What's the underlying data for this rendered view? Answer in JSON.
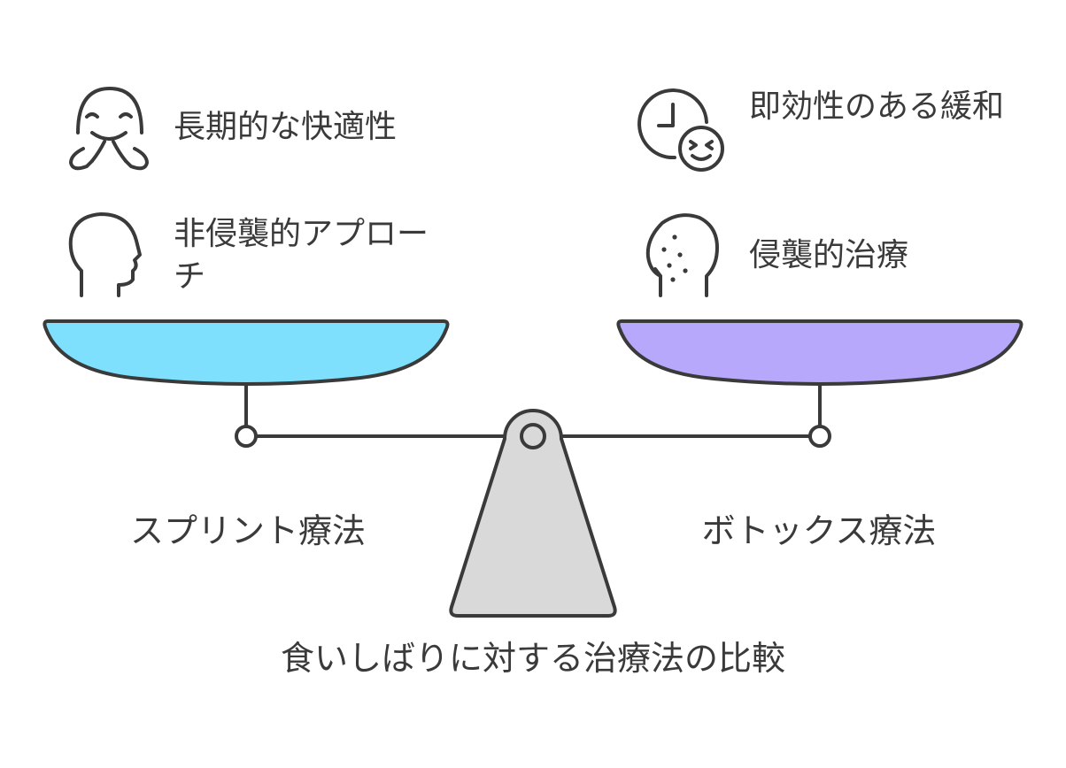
{
  "diagram": {
    "left": {
      "name": "スプリント療法",
      "pan_color": "#7ee0fc",
      "benefits": [
        {
          "icon": "smiling-face-icon",
          "text": "長期的な快適性"
        },
        {
          "icon": "head-profile-icon",
          "text": "非侵襲的アプローチ"
        }
      ]
    },
    "right": {
      "name": "ボトックス療法",
      "pan_color": "#b8a8fc",
      "benefits": [
        {
          "icon": "clock-smiley-icon",
          "text": "即効性のある緩和"
        },
        {
          "icon": "injected-face-icon",
          "text": "侵襲的治療"
        }
      ]
    },
    "title": "食いしばりに対する治療法の比較"
  },
  "colors": {
    "stroke": "#3a3a3a",
    "fulcrum": "#d9d9d9"
  }
}
